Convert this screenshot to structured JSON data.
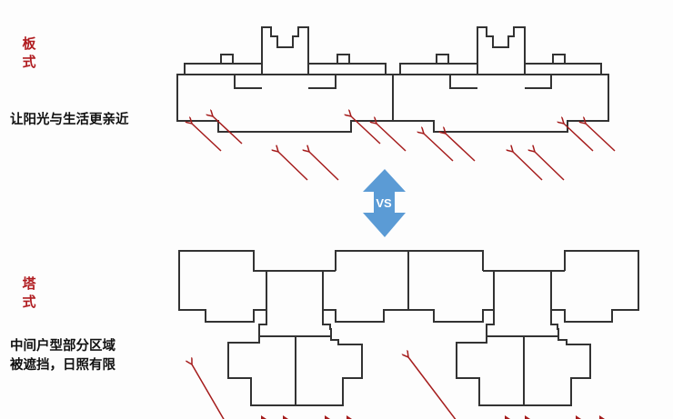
{
  "slab": {
    "label_line1": "板",
    "label_line2": "式",
    "description": "让阳光与生活更亲近"
  },
  "tower": {
    "label_line1": "塔",
    "label_line2": "式",
    "description_line1": "中间户型部分区域",
    "description_line2": "被遮挡，日照有限"
  },
  "comparison": {
    "vs_label": "VS"
  },
  "colors": {
    "label_red": "#b01c20",
    "arrow_red": "#a51c1c",
    "vs_blue": "#5b9bd5",
    "outline": "#333333"
  }
}
